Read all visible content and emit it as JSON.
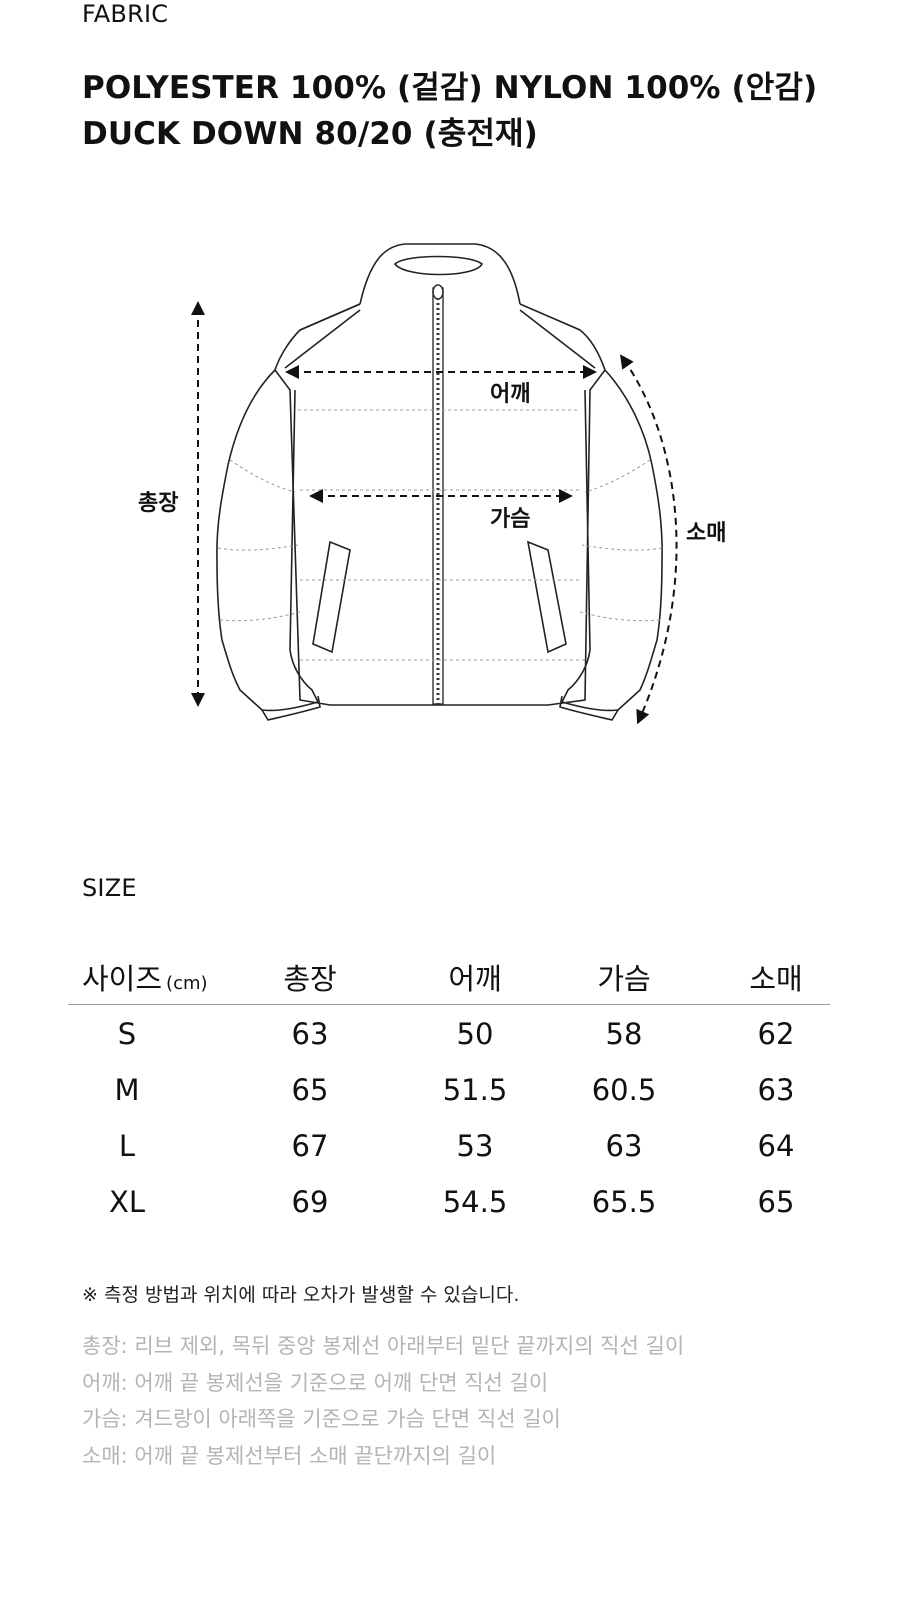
{
  "fabric": {
    "label": "FABRIC",
    "line1": "POLYESTER 100% (겉감) NYLON 100% (안감)",
    "line2": "DUCK DOWN 80/20 (충전재)"
  },
  "diagram": {
    "shoulder_label": "어깨",
    "chest_label": "가슴",
    "length_label": "총장",
    "sleeve_label": "소매"
  },
  "size": {
    "label": "SIZE",
    "headers": {
      "size": "사이즈",
      "unit": "(cm)",
      "length": "총장",
      "shoulder": "어깨",
      "chest": "가슴",
      "sleeve": "소매"
    },
    "rows": [
      {
        "size": "S",
        "length": "63",
        "shoulder": "50",
        "chest": "58",
        "sleeve": "62"
      },
      {
        "size": "M",
        "length": "65",
        "shoulder": "51.5",
        "chest": "60.5",
        "sleeve": "63"
      },
      {
        "size": "L",
        "length": "67",
        "shoulder": "53",
        "chest": "63",
        "sleeve": "64"
      },
      {
        "size": "XL",
        "length": "69",
        "shoulder": "54.5",
        "chest": "65.5",
        "sleeve": "65"
      }
    ]
  },
  "notes": {
    "disclaimer": "※ 측정 방법과 위치에 따라 오차가 발생할 수 있습니다.",
    "length_guide": "총장: 리브 제외, 목뒤 중앙 봉제선 아래부터 밑단 끝까지의 직선 길이",
    "shoulder_guide": "어깨: 어깨 끝 봉제선을 기준으로 어깨 단면 직선 길이",
    "chest_guide": "가슴: 겨드랑이 아래쪽을 기준으로 가슴 단면 직선 길이",
    "sleeve_guide": "소매: 어깨 끝 봉제선부터 소매 끝단까지의 길이"
  }
}
